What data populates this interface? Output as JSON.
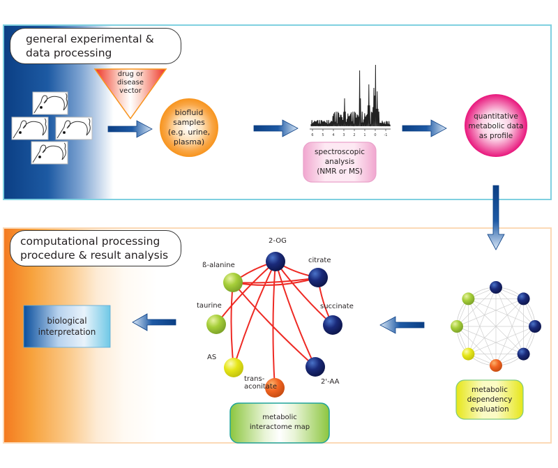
{
  "top_panel": {
    "title_line1": "general experimental &",
    "title_line2": "data processing",
    "drug_vector": [
      "drug or",
      "disease",
      "vector"
    ],
    "biofluid": [
      "biofluid",
      "samples",
      "(e.g. urine,",
      "plasma)"
    ],
    "spectroscopic": [
      "spectroscopic",
      "analysis",
      "(NMR or MS)"
    ],
    "spectrum_ticks": [
      "6",
      "5",
      "4",
      "3",
      "2",
      "1",
      "0",
      "-1"
    ],
    "quantitative": [
      "quantitative",
      "metabolic data",
      "as profile"
    ]
  },
  "bottom_panel": {
    "title_line1": "computational processing",
    "title_line2": "procedure & result analysis",
    "biological_interpretation": [
      "biological",
      "interpretation"
    ],
    "interactome_label": [
      "metabolic",
      "interactome map"
    ],
    "dependency_label": [
      "metabolic",
      "dependency",
      "evaluation"
    ],
    "network_nodes": [
      {
        "id": "2-OG",
        "label": "2-OG",
        "color": "#1a2a7a"
      },
      {
        "id": "citrate",
        "label": "citrate",
        "color": "#1a2a7a"
      },
      {
        "id": "succinate",
        "label": "succinate",
        "color": "#1a2a7a"
      },
      {
        "id": "2-AA",
        "label": "2'-AA",
        "color": "#1a2a7a"
      },
      {
        "id": "trans-aconitate",
        "label": "trans-\naconitate",
        "color": "#f26522"
      },
      {
        "id": "AS",
        "label": "AS",
        "color": "#e6e619"
      },
      {
        "id": "taurine",
        "label": "taurine",
        "color": "#a6ce39"
      },
      {
        "id": "b-alanine",
        "label": "ß-alanine",
        "color": "#a6ce39"
      }
    ],
    "network_edges": [
      [
        "2-OG",
        "citrate"
      ],
      [
        "2-OG",
        "succinate"
      ],
      [
        "2-OG",
        "2-AA"
      ],
      [
        "2-OG",
        "trans-aconitate"
      ],
      [
        "2-OG",
        "AS"
      ],
      [
        "2-OG",
        "taurine"
      ],
      [
        "2-OG",
        "b-alanine"
      ],
      [
        "b-alanine",
        "citrate"
      ],
      [
        "b-alanine",
        "citrate"
      ],
      [
        "b-alanine",
        "2-AA"
      ],
      [
        "b-alanine",
        "AS"
      ],
      [
        "citrate",
        "succinate"
      ]
    ],
    "dependency_node_colors": [
      "#1a2a7a",
      "#1a2a7a",
      "#1a2a7a",
      "#1a2a7a",
      "#f26522",
      "#e6e619",
      "#a6ce39",
      "#a6ce39"
    ]
  },
  "colors": {
    "arrow_dark": "#0b3f84",
    "arrow_light": "#cfe0f3",
    "edge_red": "#ee2a24",
    "biofluid_orange": "#f7941d",
    "profile_pink": "#e8167c"
  }
}
